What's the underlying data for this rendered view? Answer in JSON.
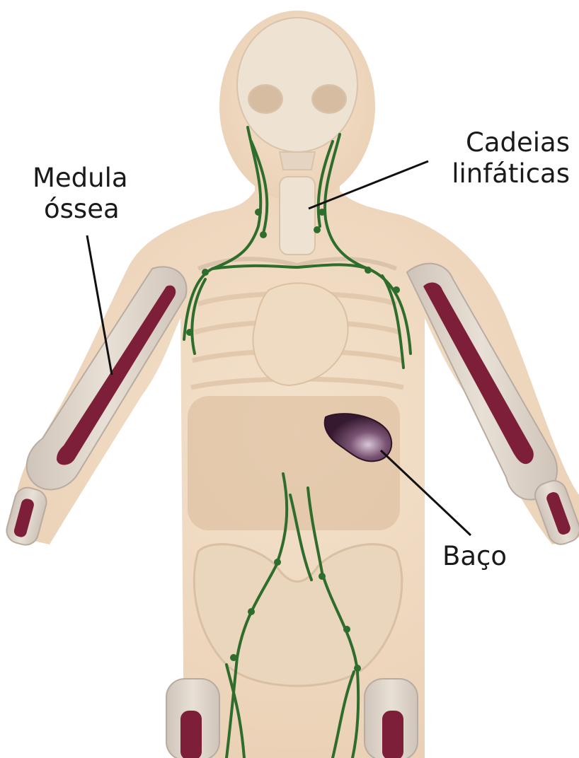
{
  "labels": {
    "bone_marrow": [
      "Medula",
      "óssea"
    ],
    "lymph_chains": [
      "Cadeias",
      "linfáticas"
    ],
    "spleen": [
      "Baço"
    ]
  },
  "colors": {
    "background": "#ffffff",
    "skin": "#f1dcc4",
    "bone": "#ddd3c8",
    "marrow": "#7e1f3a",
    "lymph": "#2f6d2c",
    "spleen": "#4a2a45",
    "leader_line": "#111111"
  }
}
